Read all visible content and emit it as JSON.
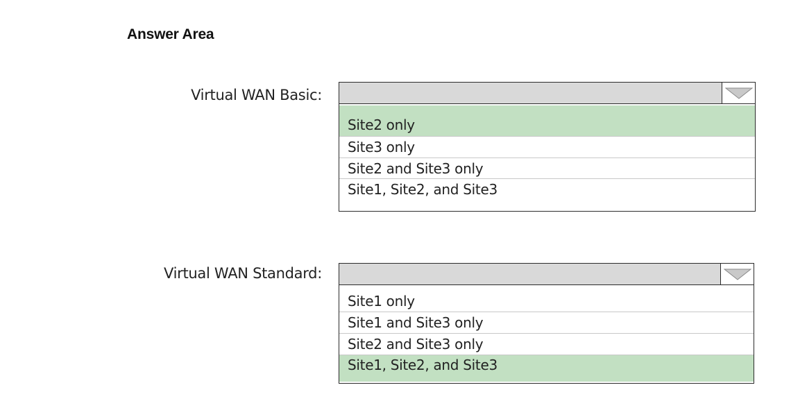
{
  "answer_area": {
    "title": "Answer Area"
  },
  "questions": [
    {
      "label": "Virtual WAN Basic:",
      "selected_value": "",
      "toggle_icon": "triangle-down-icon",
      "options": [
        {
          "label": "Site2 only",
          "selected": true
        },
        {
          "label": "Site3 only",
          "selected": false
        },
        {
          "label": "Site2 and Site3 only",
          "selected": false
        },
        {
          "label": "Site1, Site2, and Site3",
          "selected": false
        }
      ]
    },
    {
      "label": "Virtual WAN Standard:",
      "selected_value": "",
      "toggle_icon": "triangle-down-icon",
      "options": [
        {
          "label": "Site1 only",
          "selected": false
        },
        {
          "label": "Site1 and Site3 only",
          "selected": false
        },
        {
          "label": "Site2 and Site3 only",
          "selected": false
        },
        {
          "label": "Site1, Site2, and Site3",
          "selected": true
        }
      ]
    }
  ],
  "colors": {
    "selected_option_background": "#c2e0c2",
    "header_background": "#d9d9d9",
    "border": "#2b2b2b"
  }
}
